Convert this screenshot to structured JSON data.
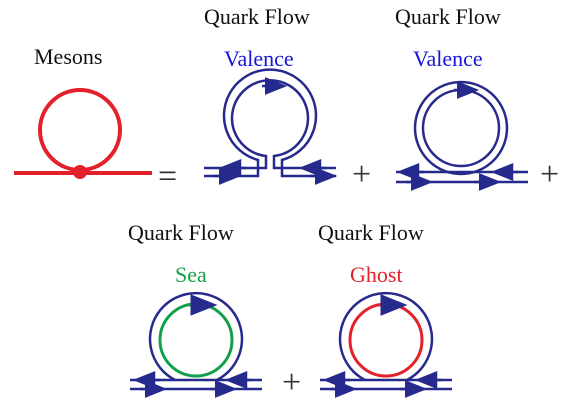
{
  "labels": {
    "mesons": "Mesons",
    "quark_flow": "Quark Flow",
    "valence": "Valence",
    "sea": "Sea",
    "ghost": "Ghost"
  },
  "operators": {
    "equals": "=",
    "plus": "+"
  },
  "colors": {
    "meson_red": "#e4202a",
    "quark_blue": "#262a8c",
    "valence_text": "#1616d8",
    "sea_green": "#14a04a",
    "ghost_red": "#e4202a",
    "text": "#111111"
  }
}
